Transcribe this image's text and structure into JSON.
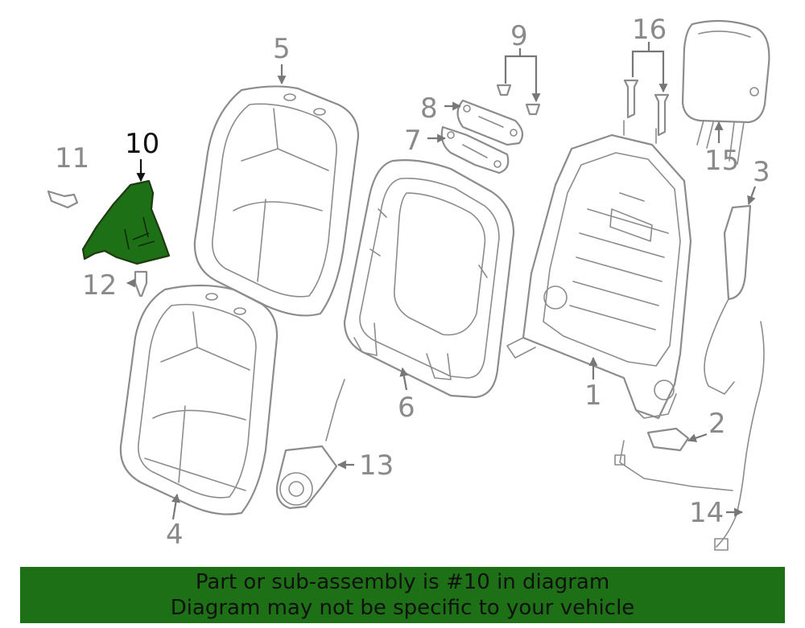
{
  "diagram": {
    "highlight_color": "#1e7016",
    "callouts": [
      {
        "id": "1",
        "label": "1"
      },
      {
        "id": "2",
        "label": "2"
      },
      {
        "id": "3",
        "label": "3"
      },
      {
        "id": "4",
        "label": "4"
      },
      {
        "id": "5",
        "label": "5"
      },
      {
        "id": "6",
        "label": "6"
      },
      {
        "id": "7",
        "label": "7"
      },
      {
        "id": "8",
        "label": "8"
      },
      {
        "id": "9",
        "label": "9"
      },
      {
        "id": "10",
        "label": "10"
      },
      {
        "id": "11",
        "label": "11"
      },
      {
        "id": "12",
        "label": "12"
      },
      {
        "id": "13",
        "label": "13"
      },
      {
        "id": "14",
        "label": "14"
      },
      {
        "id": "15",
        "label": "15"
      },
      {
        "id": "16",
        "label": "16"
      }
    ]
  },
  "banner": {
    "background": "#1e7016",
    "line1": "Part or sub-assembly is #10 in diagram",
    "line2": "Diagram may not be specific to your vehicle"
  }
}
